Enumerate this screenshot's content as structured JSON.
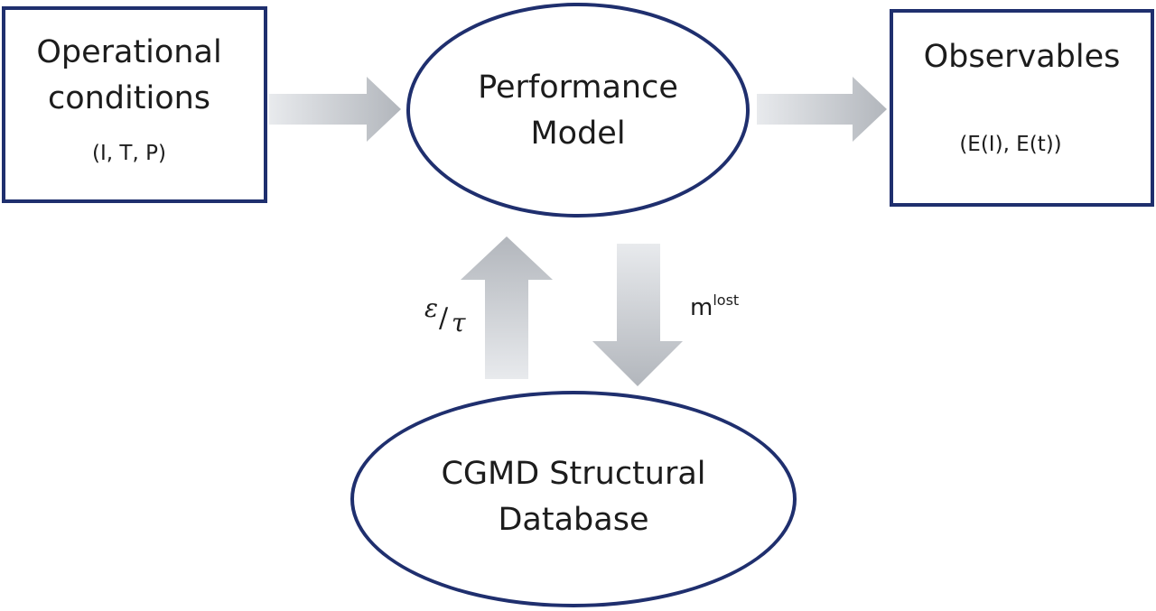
{
  "operational": {
    "line1": "Operational",
    "line2": "conditions",
    "sub": "(I, T, P)"
  },
  "performance": {
    "line1": "Performance",
    "line2": "Model"
  },
  "observables": {
    "line1": "Observables",
    "sub": "(E(I), E(t))"
  },
  "database": {
    "line1": "CGMD Structural",
    "line2": "Database"
  },
  "arrows": {
    "up_label_num": "ε",
    "up_label_slash": "/",
    "up_label_den": "τ",
    "down_label_base": "m",
    "down_label_sup": "lost"
  },
  "colors": {
    "border": "#1f2f6e",
    "arrow_light": "#e6e8eb",
    "arrow_dark": "#b3b7bd"
  }
}
